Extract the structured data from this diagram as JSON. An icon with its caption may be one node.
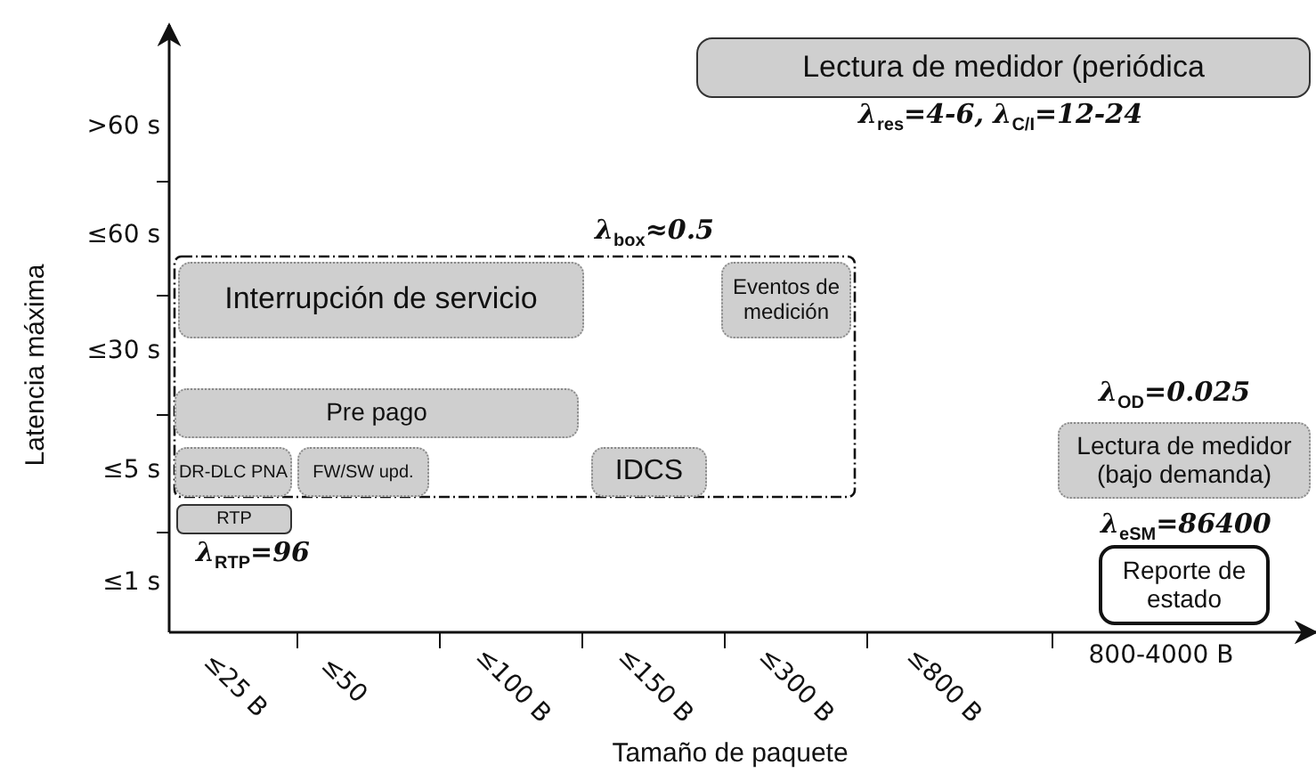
{
  "diagram": {
    "nodes": [
      {
        "text": [
          "λ$_{box}$≈0.5"
        ]
      },
      {
        "text": [
          "Interrupción de servicio"
        ],
        "in": 0
      },
      {
        "text": [
          "Eventos de medición"
        ],
        "in": 0
      },
      {
        "text": [
          "Pre pago"
        ],
        "in": 0
      },
      {
        "text": [
          "DR-DLC PNA"
        ],
        "in": 0
      },
      {
        "text": [
          "FW/SW upd."
        ],
        "in": 0
      },
      {
        "text": [
          "IDCS"
        ],
        "in": 0
      },
      {
        "text": [
          "RTP"
        ],
        "beside": [
          "λ$_{RTP}$=96"
        ]
      },
      {
        "text": [
          "Lectura de medidor (periódica"
        ],
        "beside": [
          "λ$_{res}$=4-6, λ$_{C/I}$=12-24"
        ]
      },
      {
        "text": [
          "Lectura de medidor (bajo demanda)"
        ],
        "beside": [
          "λ$_{OD}$=0.025"
        ]
      },
      {
        "text": [
          "Reporte de estado"
        ],
        "beside": [
          "λ$_{eSM}$=86400"
        ]
      }
    ],
    "edges": [],
    "labels": [
      "Latencia máxima",
      ">60 s",
      "≤60 s",
      "≤30 s",
      "≤5 s",
      "≤1 s",
      "≤25 B",
      "≤50",
      "≤100 B",
      "≤150 B",
      "≤300 B",
      "≤800 B",
      "800-4000 B",
      "Tamaño de paquete"
    ]
  }
}
